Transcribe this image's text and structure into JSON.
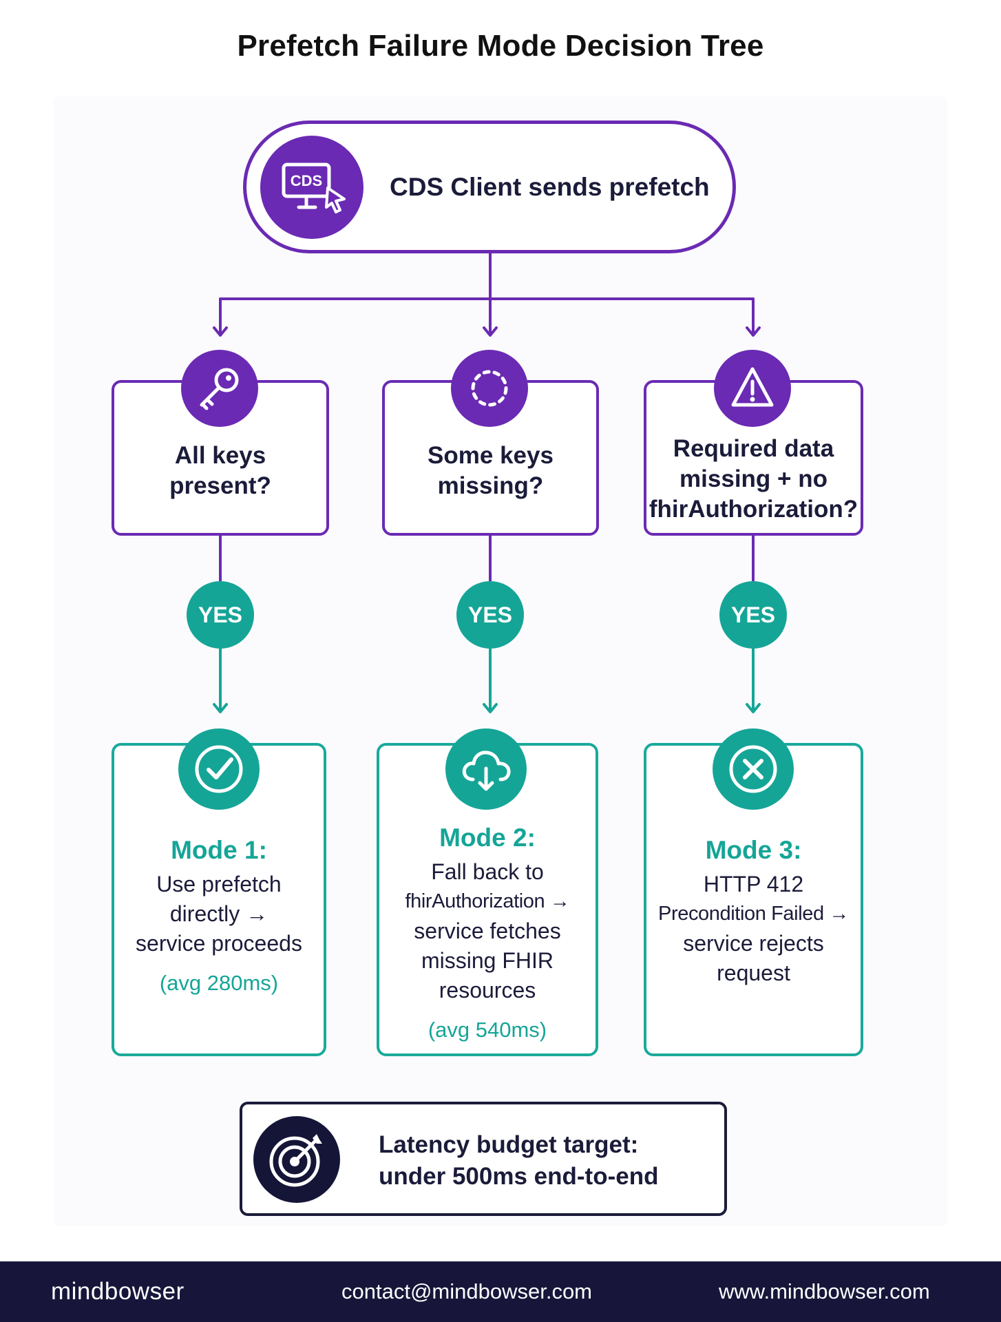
{
  "title": "Prefetch Failure Mode Decision Tree",
  "start": {
    "icon_text": "CDS",
    "icon": "monitor-cursor-icon",
    "label": "CDS Client sends prefetch"
  },
  "questions": [
    {
      "icon": "key-icon",
      "lines": [
        "All keys",
        "present?"
      ]
    },
    {
      "icon": "dashed-circle-icon",
      "lines": [
        "Some keys",
        "missing?"
      ]
    },
    {
      "icon": "warning-icon",
      "lines": [
        "Required data",
        "missing + no",
        "fhirAuthorization?"
      ]
    }
  ],
  "answer_label": "YES",
  "modes": [
    {
      "icon": "check-circle-icon",
      "title": "Mode 1:",
      "lines": [
        "Use prefetch",
        "directly →",
        "service proceeds"
      ],
      "avg": "(avg 280ms)"
    },
    {
      "icon": "cloud-download-icon",
      "title": "Mode 2:",
      "lines": [
        "Fall back to",
        "fhirAuthorization →",
        "service fetches",
        "missing FHIR",
        "resources"
      ],
      "avg": "(avg 540ms)"
    },
    {
      "icon": "x-circle-icon",
      "title": "Mode 3:",
      "lines": [
        "HTTP 412",
        "Precondition Failed →",
        "service rejects",
        "request"
      ],
      "avg": ""
    }
  ],
  "target": {
    "icon": "target-arrow-icon",
    "lines": [
      "Latency budget target:",
      "under 500ms end-to-end"
    ]
  },
  "footer": {
    "brand": "mindbowser",
    "contact": "contact@mindbowser.com",
    "url": "www.mindbowser.com"
  },
  "colors": {
    "purple": "#6a2ab3",
    "teal": "#15a597",
    "navy": "#17163a",
    "text": "#1b1b3a"
  }
}
